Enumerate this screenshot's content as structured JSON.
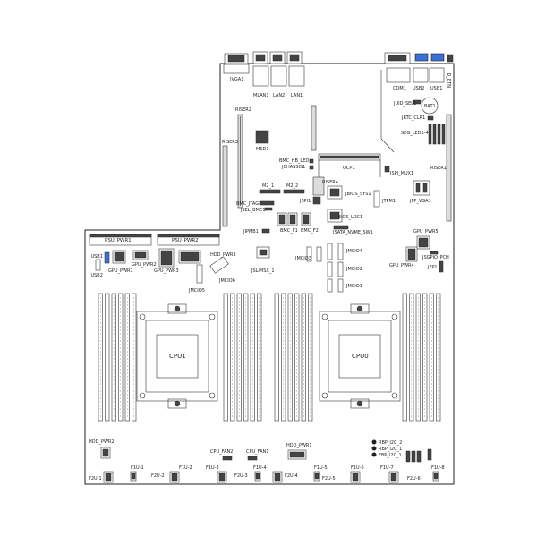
{
  "labels": {
    "jvga1": "JVGA1",
    "mlan1": "MLAN1",
    "lan2": "LAN2",
    "lan1": "LAN1",
    "com1": "COM1",
    "usb2": "USB2",
    "usb1": "USB1",
    "id_btn": "ID_BTN",
    "juid_sel1": "JUID_SEL1",
    "bat1": "BAT1",
    "jrtc_clr1": "JRTC_CLR1",
    "seg_led1_4": "SEG_LED1-4",
    "riser2": "RISER2",
    "riser3": "RISER3",
    "riser1": "RISER1",
    "riser4": "RISER4",
    "msd1": "MSD1",
    "bmc_hb_led": "BMC_HB_LED",
    "jchassis1": "JCHASSIS1",
    "ocp1": "OCP1",
    "jspi_mux1": "JSPI_MUX1",
    "jtpm1": "JTPM1",
    "jfp_vga1": "JFP_VGA1",
    "m2_1": "M2_1",
    "m2_2": "M2_2",
    "jspi1": "JSPI1",
    "jbios_sys1": "JBIOS_SYS1",
    "bmc_jtag1": "BMC_JTAG1",
    "jsel_bmc1": "JSEL_BMC1",
    "jbios_loc1": "JBIOS_LOC1",
    "bmc_f1": "BMC_F1",
    "bmc_f2": "BMC_F2",
    "jsata_nvme_sw1": "JSATA_NVME_SW1",
    "jipmb1": "JIPMB1",
    "psu_pwr1": "PSU_PWR1",
    "psu_pwr2": "PSU_PWR2",
    "gpu_pwr5": "GPU_PWR5",
    "jusb1": "JUSB1",
    "jusb2": "JUSB2",
    "gpu_pwr1": "GPU_PWR1",
    "gpu_pwr2": "GPU_PWR2",
    "gpu_pwr3": "GPU_PWR3",
    "hdd_pwr3": "HDD_PWR3",
    "jslimsx_1": "JSLIMSX_1",
    "jmcio4": "JMCIO4",
    "jmcio3": "JMCIO3",
    "jmcio2": "JMCIO2",
    "jmcio1": "JMCIO1",
    "jmcio5": "JMCIO5",
    "jmcio6": "JMCIO6",
    "gpu_pwr4": "GPU_PWR4",
    "jsgpio_pch": "JSGPIO_PCH",
    "jfp1": "JFP1",
    "cpu1": "CPU1",
    "cpu0": "CPU0",
    "hdd_pwr2": "HDD_PWR2",
    "hdd_pwr1": "HDD_PWR1",
    "cpu_fan2": "CPU_FAN2",
    "cpu_fan1": "CPU_FAN1",
    "rbp_i2c_2": "RBP_I2C_2",
    "rbp_i2c_1": "RBP_I2C_1",
    "fbp_i2c_1": "FBP_I2C_1",
    "f2u_1": "F2U-1",
    "f1u_1": "F1U-1",
    "f2u_2": "F2U-2",
    "f1u_2": "F1U-2",
    "f1u_3": "F1U-3",
    "f2u_3": "F2U-3",
    "f1u_4": "F1U-4",
    "f2u_4": "F2U-4",
    "f1u_5": "F1U-5",
    "f2u_5": "F2U-5",
    "f1u_6": "F1U-6",
    "f1u_7": "F1U-7",
    "f2u_6": "F2U-6",
    "f1u_8": "F1U-8"
  },
  "colors": {
    "outline": "#222222",
    "usb_blue": "#3a6fd8",
    "component_fill": "#dddddd"
  }
}
